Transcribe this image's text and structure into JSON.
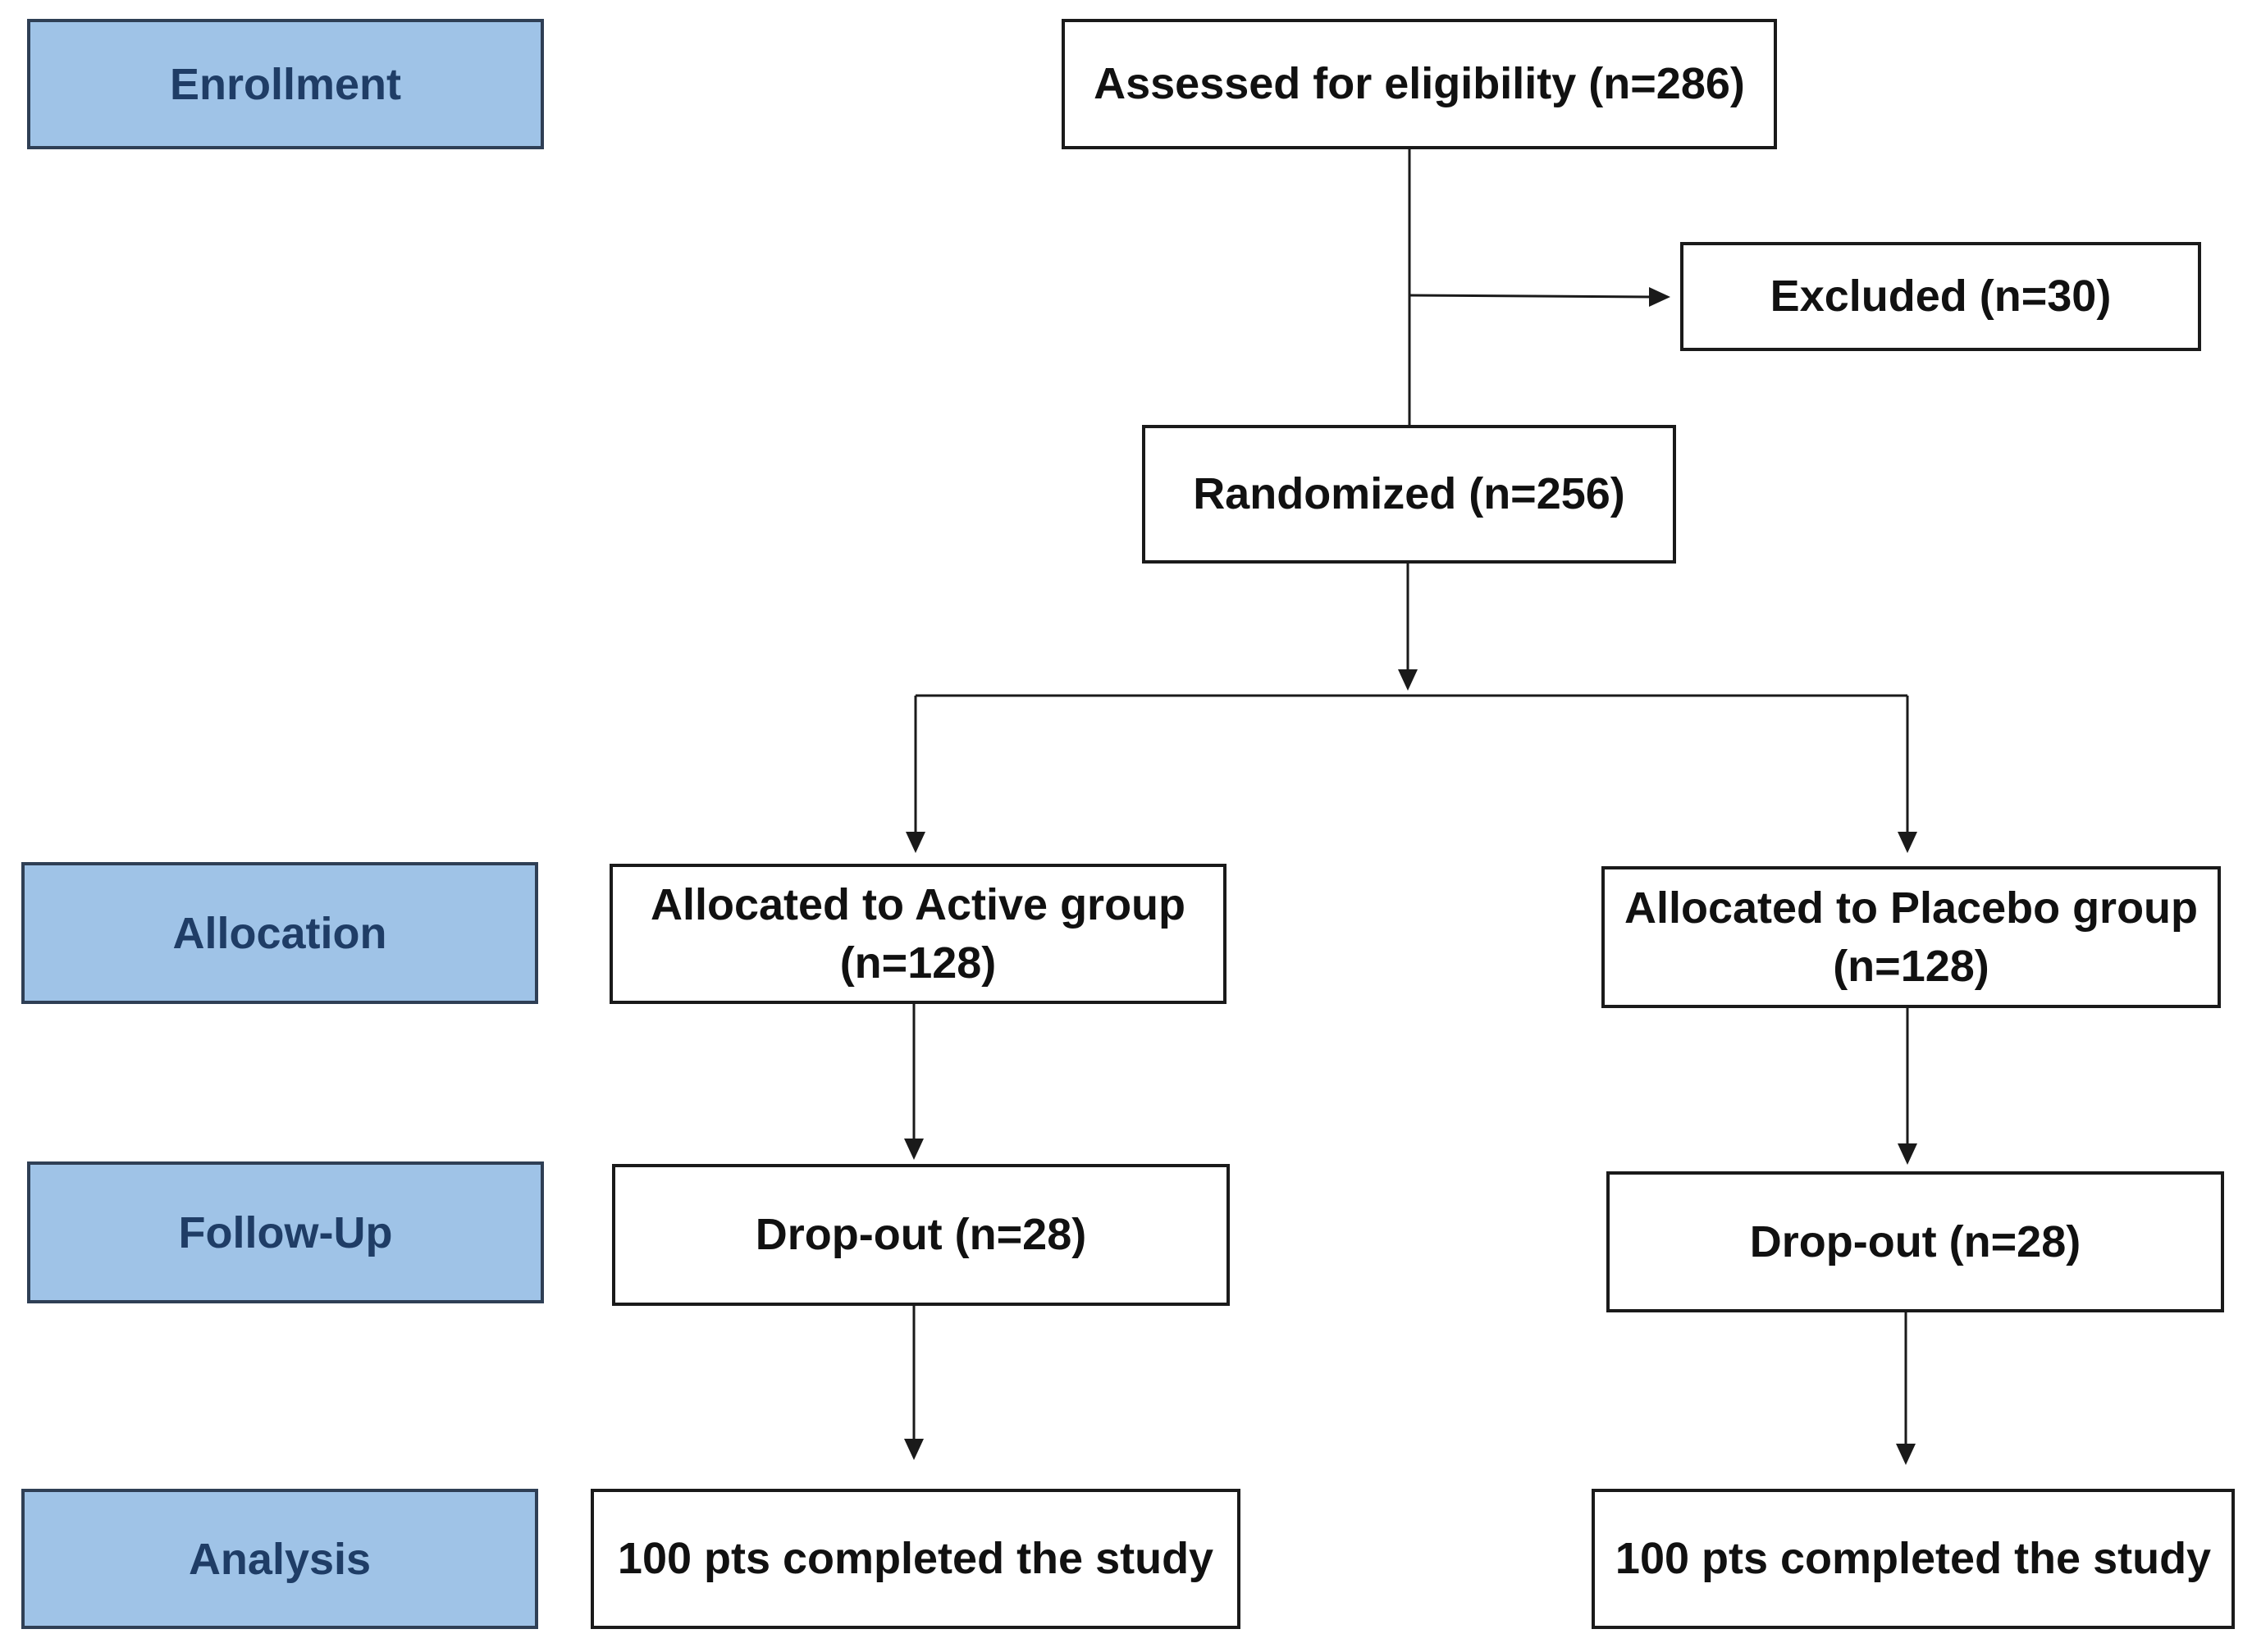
{
  "stages": {
    "enrollment": "Enrollment",
    "allocation": "Allocation",
    "follow_up": "Follow-Up",
    "analysis": "Analysis"
  },
  "boxes": {
    "assessed": "Assessed for eligibility (n=286)",
    "excluded": "Excluded (n=30)",
    "randomized": "Randomized (n=256)",
    "active_allocated_line1": "Allocated to Active group",
    "active_allocated_line2": "(n=128)",
    "placebo_allocated_line1": "Allocated to Placebo group",
    "placebo_allocated_line2": "(n=128)",
    "active_dropout": "Drop-out (n=28)",
    "placebo_dropout": "Drop-out (n=28)",
    "active_completed": "100 pts completed the study",
    "placebo_completed": "100 pts completed the study"
  },
  "colors": {
    "stage_fill": "#9fc3e7",
    "stage_text": "#1f3d66",
    "box_border": "#1a1a1a"
  }
}
